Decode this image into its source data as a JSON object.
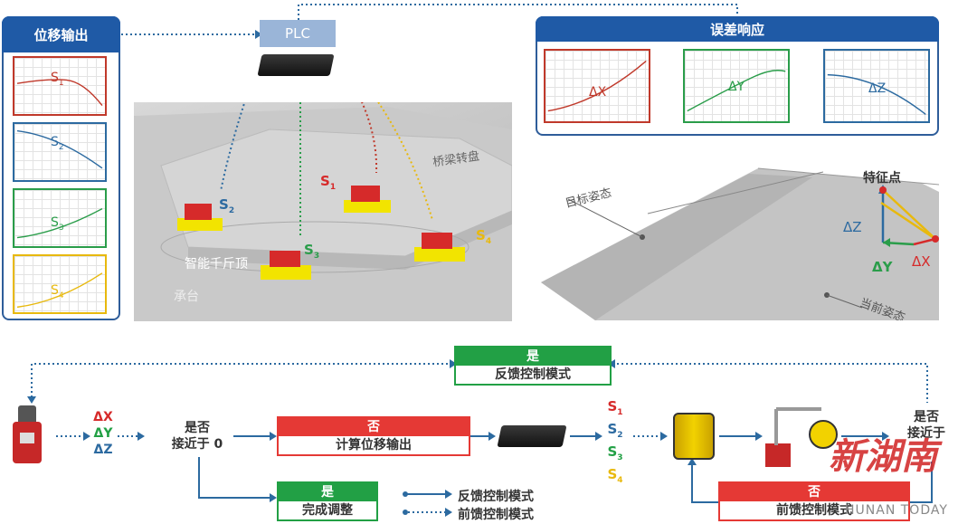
{
  "displacement_panel": {
    "title": "位移输出",
    "charts": [
      {
        "label": "S",
        "sub": "1",
        "color": "#c0392b"
      },
      {
        "label": "S",
        "sub": "2",
        "color": "#2c6aa0"
      },
      {
        "label": "S",
        "sub": "3",
        "color": "#2a9d4a"
      },
      {
        "label": "S",
        "sub": "4",
        "color": "#e8b90e"
      }
    ]
  },
  "plc_label": "PLC",
  "error_panel": {
    "title": "误差响应",
    "charts": [
      {
        "label": "ΔX",
        "color": "#c0392b"
      },
      {
        "label": "ΔY",
        "color": "#2a9d4a"
      },
      {
        "label": "ΔZ",
        "color": "#2c6aa0"
      }
    ]
  },
  "scene_left": {
    "bridge_turntable": "桥梁转盘",
    "jack_label": "智能千斤顶",
    "pier_cap": "承台",
    "s_labels": [
      {
        "t": "S",
        "s": "1"
      },
      {
        "t": "S",
        "s": "2"
      },
      {
        "t": "S",
        "s": "3"
      },
      {
        "t": "S",
        "s": "4"
      }
    ]
  },
  "scene_right": {
    "target_pose": "目标姿态",
    "current_pose": "当前姿态",
    "feature_point": "特征点",
    "dz": "ΔZ",
    "dy": "ΔY",
    "dx": "ΔX"
  },
  "flow": {
    "deltas": [
      "ΔX",
      "ΔY",
      "ΔZ"
    ],
    "decision1": [
      "是否",
      "接近于 0"
    ],
    "no_box": {
      "head": "否",
      "body": "计算位移输出"
    },
    "yes_box_bottom": {
      "head": "是",
      "body": "完成调整"
    },
    "yes_box_top": {
      "head": "是",
      "body": "反馈控制模式"
    },
    "outputs": [
      {
        "t": "S",
        "s": "1",
        "c": "#d7322a"
      },
      {
        "t": "S",
        "s": "2",
        "c": "#2c6aa0"
      },
      {
        "t": "S",
        "s": "3",
        "c": "#2a9d4a"
      },
      {
        "t": "S",
        "s": "4",
        "c": "#e8b90e"
      }
    ],
    "decision2": [
      "是否",
      "接近于"
    ],
    "no_box2": {
      "head": "否",
      "body": "前馈控制模式"
    },
    "legend": [
      "反馈控制模式",
      "前馈控制模式"
    ]
  },
  "watermark": {
    "cn": "新湖南",
    "en": "HUNAN TODAY"
  },
  "colors": {
    "blue": "#1f5aa6",
    "red": "#e53935",
    "green": "#22a045"
  }
}
